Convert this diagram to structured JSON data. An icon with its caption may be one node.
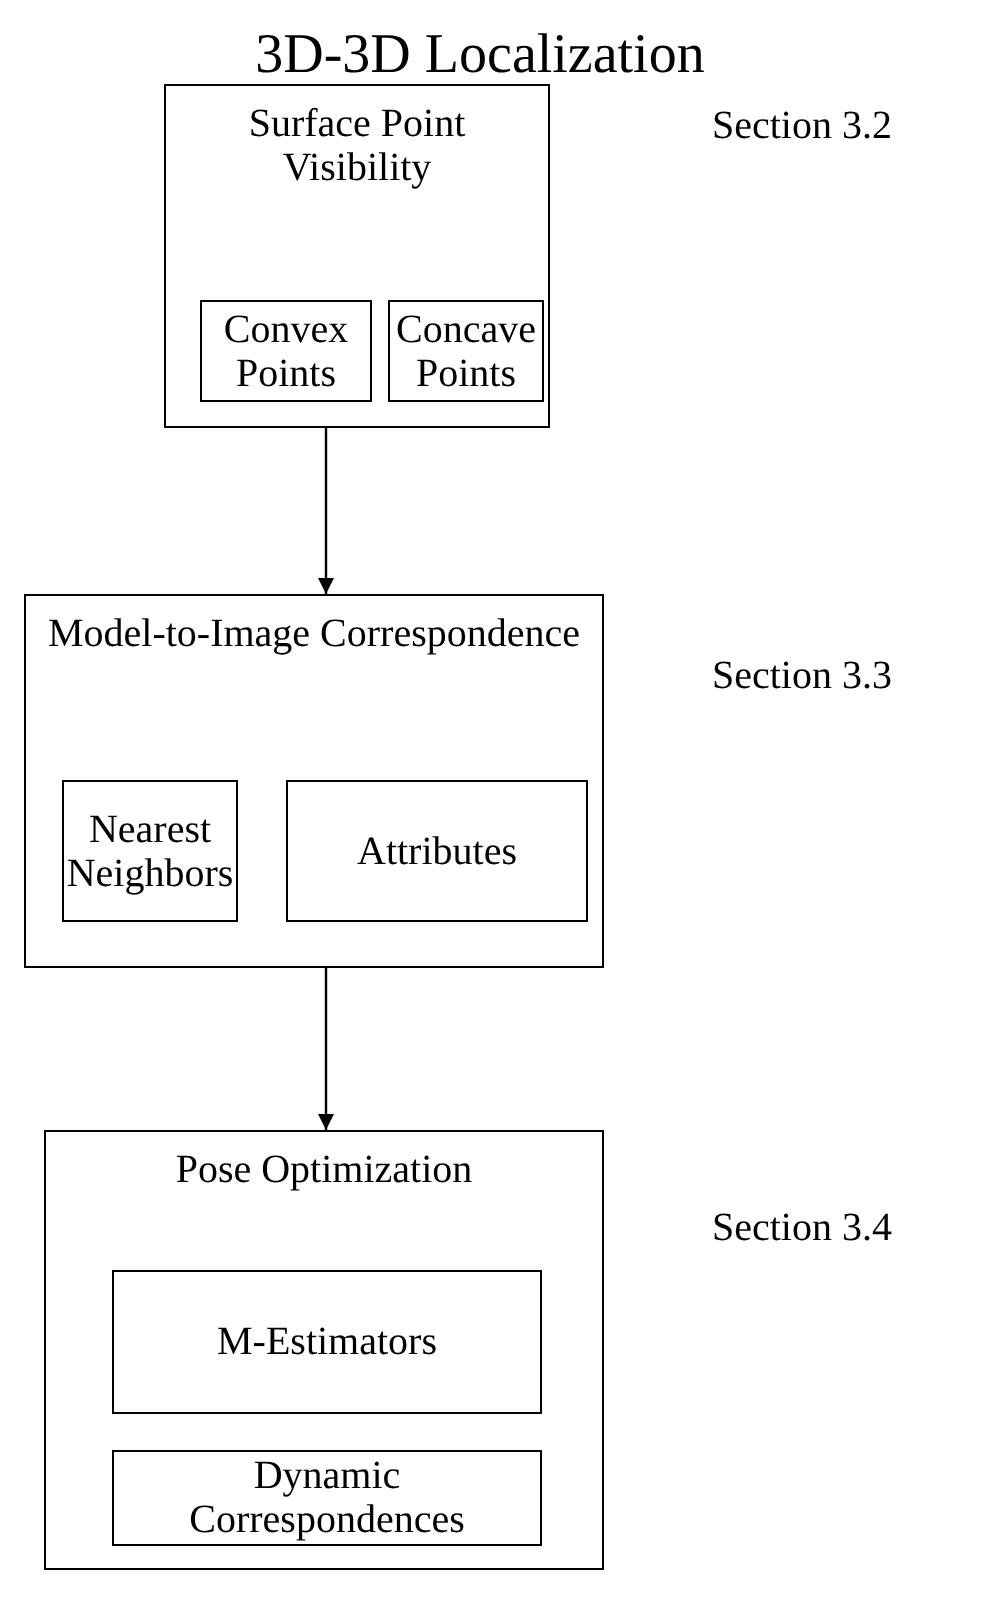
{
  "diagram": {
    "title": "3D-3D Localization",
    "nodes": [
      {
        "text": [
          "Surface Point Visibility"
        ]
      },
      {
        "text": [
          "Convex Points"
        ],
        "in": 0
      },
      {
        "text": [
          "Concave Points"
        ],
        "in": 0
      },
      {
        "text": [
          "Model-to-Image Correspondence"
        ]
      },
      {
        "text": [
          "Nearest Neighbors"
        ],
        "in": 3
      },
      {
        "text": [
          "Attributes"
        ],
        "in": 3
      },
      {
        "text": [
          "Pose Optimization"
        ]
      },
      {
        "text": [
          "M-Estimators"
        ],
        "in": 6
      },
      {
        "text": [
          "Dynamic Correspondences"
        ],
        "in": 6
      }
    ],
    "edges": [
      {
        "from": 0,
        "to": 3,
        "arrow": "to"
      },
      {
        "from": 3,
        "to": 6,
        "arrow": "to"
      }
    ],
    "labels": [
      "Section 3.2",
      "Section 3.3",
      "Section 3.4"
    ]
  }
}
